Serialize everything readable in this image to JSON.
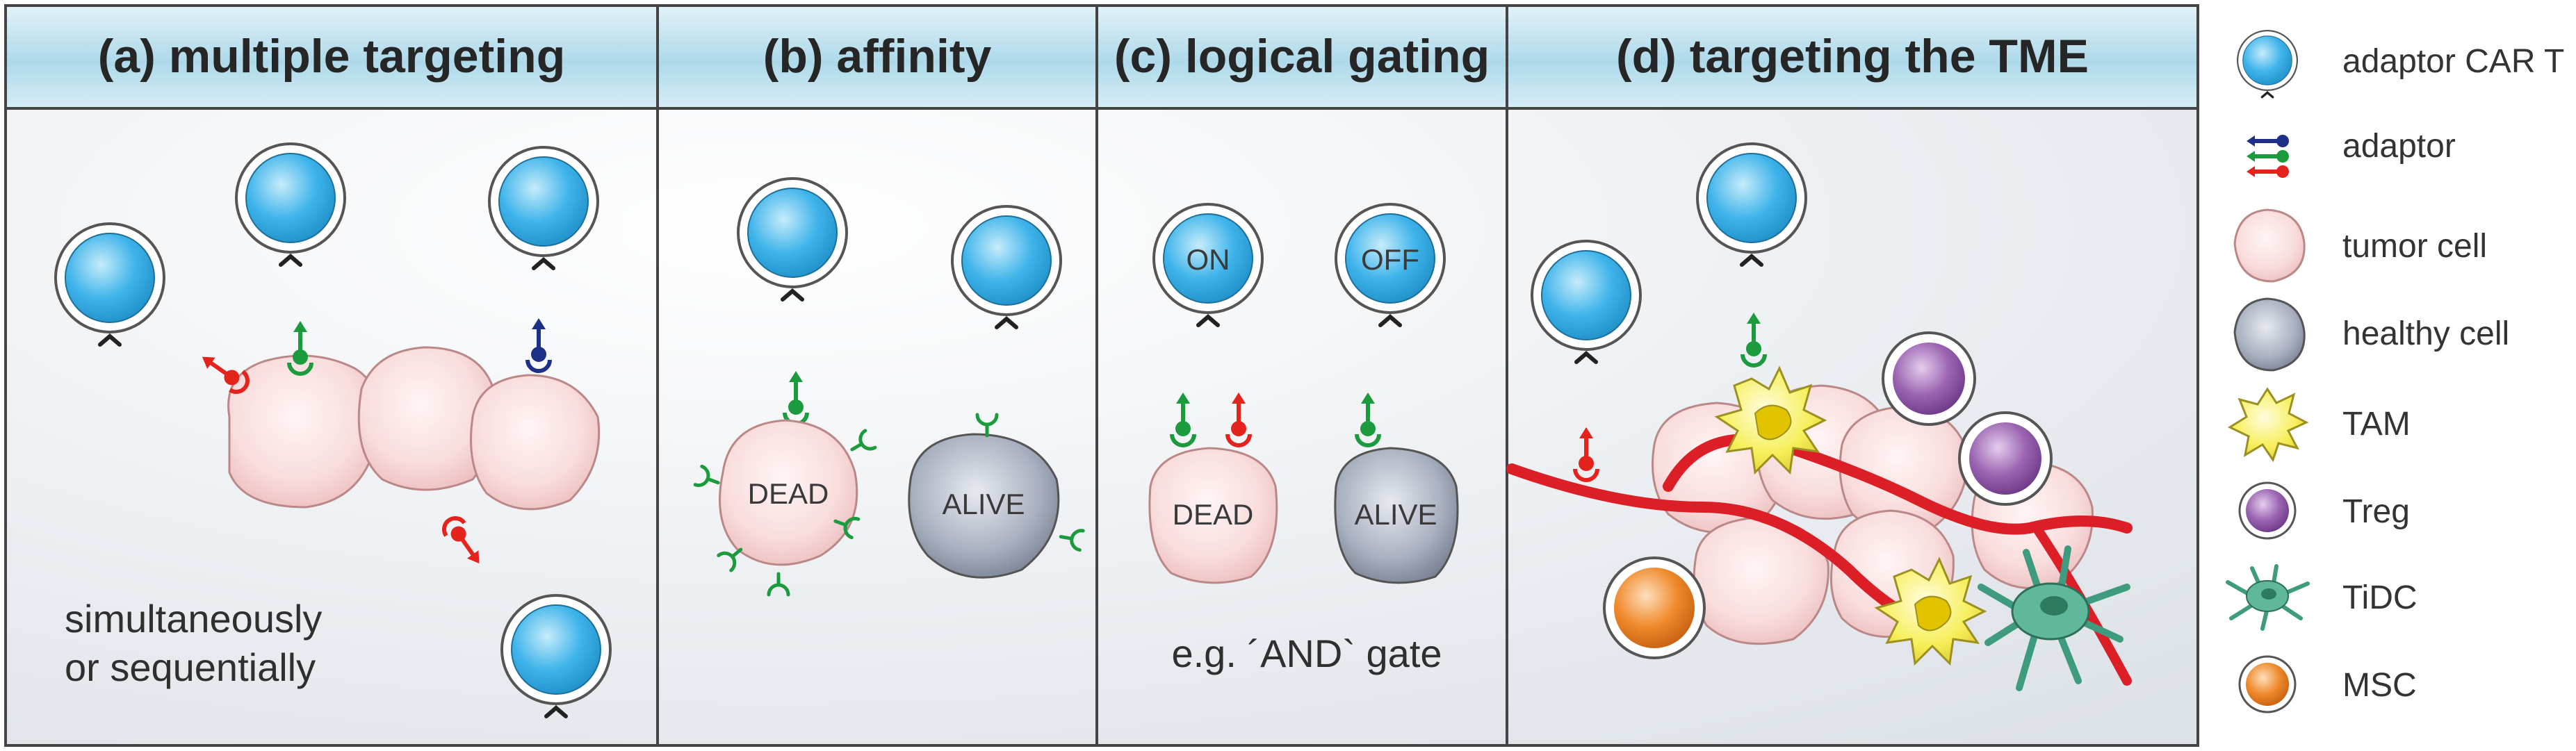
{
  "panels": {
    "a": {
      "title": "(a) multiple targeting",
      "note_line1": "simultaneously",
      "note_line2": "or sequentially"
    },
    "b": {
      "title": "(b) affinity",
      "dead_label": "DEAD",
      "alive_label": "ALIVE"
    },
    "c": {
      "title": "(c) logical gating",
      "on_label": "ON",
      "off_label": "OFF",
      "dead_label": "DEAD",
      "alive_label": "ALIVE",
      "note": "e.g. ´AND` gate"
    },
    "d": {
      "title": "(d) targeting the TME"
    }
  },
  "legend": {
    "items": [
      {
        "icon": "adaptor-car-t-icon",
        "label": "adaptor CAR T"
      },
      {
        "icon": "adaptor-icon",
        "label": "adaptor"
      },
      {
        "icon": "tumor-cell-icon",
        "label": "tumor cell"
      },
      {
        "icon": "healthy-cell-icon",
        "label": "healthy cell"
      },
      {
        "icon": "tam-icon",
        "label": "TAM"
      },
      {
        "icon": "treg-icon",
        "label": "Treg"
      },
      {
        "icon": "tidc-icon",
        "label": "TiDC"
      },
      {
        "icon": "msc-icon",
        "label": "MSC"
      }
    ]
  },
  "colors": {
    "car_t_blue": "#3fb4ea",
    "tumor_pink": "#f8d7d7",
    "healthy_grey": "#9aa3b3",
    "adaptor_red": "#e4231c",
    "adaptor_green": "#1c9b3e",
    "adaptor_blue": "#1d2f86",
    "tam_yellow": "#f7ef5a",
    "treg_purple": "#8d56a3",
    "tidc_green": "#3e9b7e",
    "msc_orange": "#f08a2c",
    "vessel_red": "#dc1f26"
  }
}
